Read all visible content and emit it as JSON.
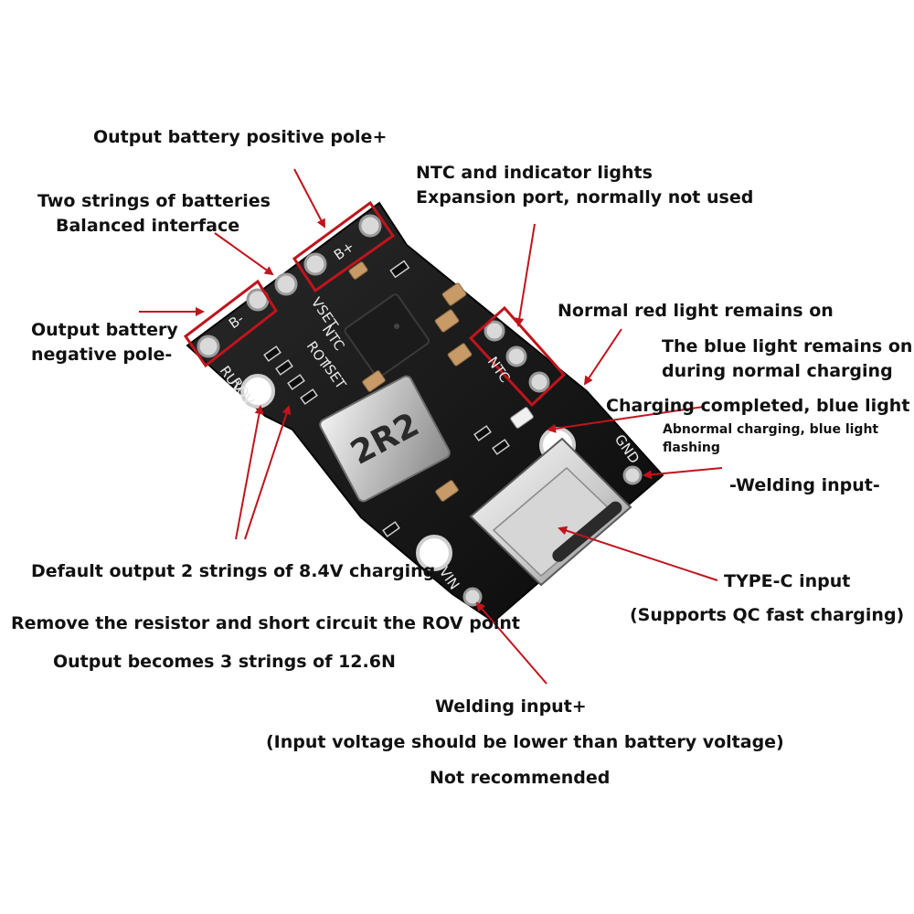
{
  "labels": {
    "battery_positive": "Output battery positive pole+",
    "balance_line1": "Two strings of batteries",
    "balance_line2": "Balanced interface",
    "ntc_line1": "NTC and indicator lights",
    "ntc_line2": "Expansion port, normally not used",
    "negative_line1": "Output battery",
    "negative_line2": "negative pole-",
    "red_light": "Normal red light remains on",
    "blue_on_line1": "The blue light remains on",
    "blue_on_line2": "during normal charging",
    "blue_off": "Charging completed, blue light off",
    "abnormal_line1": "Abnormal charging, blue light",
    "abnormal_line2": "flashing",
    "welding_negative": "-Welding input-",
    "default_output": "Default output 2 strings of 8.4V charging",
    "remove_resistor": "Remove the resistor and short circuit the ROV point",
    "output_3s": "Output becomes 3 strings of 12.6N",
    "typec_line1": "TYPE-C input",
    "typec_line2": "(Supports QC fast charging)",
    "welding_positive": "Welding input+",
    "input_voltage_note": "(Input voltage should be lower than battery voltage)",
    "not_recommended": "Not recommended"
  },
  "board": {
    "inductor_marking": "2R2",
    "silk_b_plus": "B+",
    "silk_b_minus": "B-",
    "silk_vset": "VSET",
    "silk_ntc": "NTC",
    "silk_rot": "ROT",
    "silk_iset": "ISET",
    "silk_ruv": "RUV",
    "silk_rov": "ROV",
    "silk_gnd": "GND",
    "silk_vin": "VIN"
  },
  "colors": {
    "annotation": "#c0141c",
    "board": "#141414",
    "pad": "#d9d9d9"
  }
}
